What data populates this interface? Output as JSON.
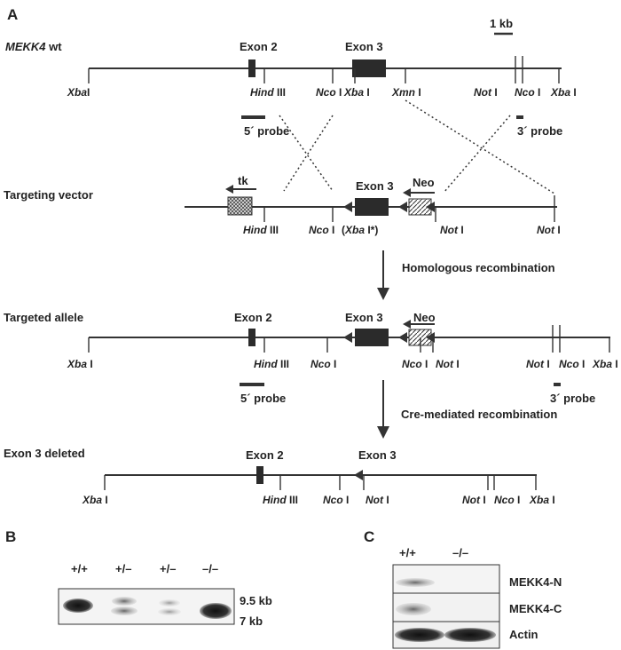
{
  "panels": {
    "a": "A",
    "b": "B",
    "c": "C"
  },
  "scale_bar": "1 kb",
  "wt": {
    "gene": "MEKK4",
    "suffix": " wt",
    "exon2": "Exon 2",
    "exon3": "Exon 3",
    "sites": [
      {
        "italic": "Xba",
        "rest": "I"
      },
      {
        "italic": "Hind",
        "rest": " III"
      },
      {
        "italic": "Nco",
        "rest": " I"
      },
      {
        "italic": "Xba",
        "rest": " I"
      },
      {
        "italic": "Xmn",
        "rest": " I"
      },
      {
        "italic": "Not",
        "rest": " I"
      },
      {
        "italic": "Nco",
        "rest": " I"
      },
      {
        "italic": "Xba",
        "rest": " I"
      }
    ],
    "probe5": "5´ probe",
    "probe3": "3´ probe"
  },
  "vector": {
    "label": "Targeting vector",
    "tk": "tk",
    "exon3": "Exon 3",
    "neo": "Neo",
    "sites": [
      {
        "italic": "Hind",
        "rest": " III"
      },
      {
        "italic": "Nco",
        "rest": " I"
      },
      {
        "pre": "(",
        "italic": "Xba",
        "rest": " I*)"
      },
      {
        "italic": "Not",
        "rest": " I"
      },
      {
        "italic": "Not",
        "rest": " I"
      }
    ]
  },
  "step1": "Homologous recombination",
  "targeted": {
    "label": "Targeted allele",
    "exon2": "Exon 2",
    "exon3": "Exon 3",
    "neo": "Neo",
    "sites": [
      {
        "italic": "Xba",
        "rest": " I"
      },
      {
        "italic": "Hind",
        "rest": " III"
      },
      {
        "italic": "Nco",
        "rest": " I"
      },
      {
        "italic": "Nco",
        "rest": " I"
      },
      {
        "italic": "Not",
        "rest": " I"
      },
      {
        "italic": "Not",
        "rest": " I"
      },
      {
        "italic": "Nco",
        "rest": " I"
      },
      {
        "italic": "Xba",
        "rest": " I"
      }
    ],
    "probe5": "5´ probe",
    "probe3": "3´ probe"
  },
  "step2": "Cre-mediated recombination",
  "deleted": {
    "label": "Exon 3 deleted",
    "exon2": "Exon 2",
    "exon3": "Exon 3",
    "sites": [
      {
        "italic": "Xba",
        "rest": " I"
      },
      {
        "italic": "Hind",
        "rest": " III"
      },
      {
        "italic": "Nco",
        "rest": " I"
      },
      {
        "italic": "Not",
        "rest": " I"
      },
      {
        "italic": "Not",
        "rest": " I"
      },
      {
        "italic": "Nco",
        "rest": " I"
      },
      {
        "italic": "Xba",
        "rest": " I"
      }
    ]
  },
  "blot_b": {
    "lanes": [
      "+/+",
      "+/–",
      "+/–",
      "–/–"
    ],
    "sizes": [
      "9.5 kb",
      "7 kb"
    ]
  },
  "blot_c": {
    "lanes": [
      "+/+",
      "–/–"
    ],
    "rows": [
      "MEKK4-N",
      "MEKK4-C",
      "Actin"
    ]
  }
}
